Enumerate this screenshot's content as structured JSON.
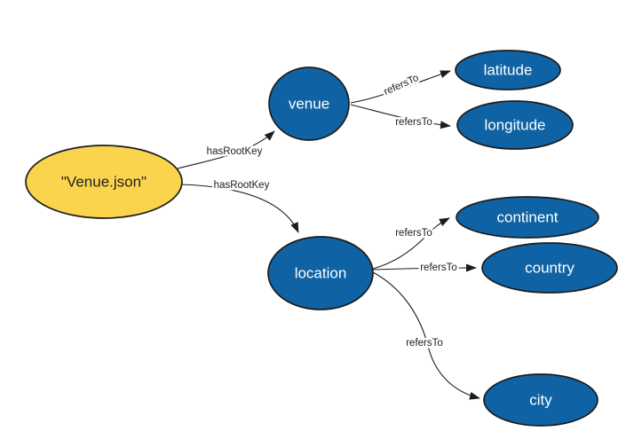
{
  "diagram": {
    "type": "graph",
    "colors": {
      "node_blue": "#0f63a4",
      "node_yellow": "#fbd44e",
      "outline": "#1c1c1c",
      "edge": "#1c1c1c",
      "node_text_light": "#ffffff",
      "node_text_dark": "#202020",
      "background": "#ffffff"
    },
    "nodes": [
      {
        "id": "venue-json",
        "label": "\"Venue.json\""
      },
      {
        "id": "venue",
        "label": "venue"
      },
      {
        "id": "latitude",
        "label": "latitude"
      },
      {
        "id": "longitude",
        "label": "longitude"
      },
      {
        "id": "location",
        "label": "location"
      },
      {
        "id": "continent",
        "label": "continent"
      },
      {
        "id": "country",
        "label": "country"
      },
      {
        "id": "city",
        "label": "city"
      }
    ],
    "edges": [
      {
        "from": "venue-json",
        "to": "venue",
        "label": "hasRootKey"
      },
      {
        "from": "venue-json",
        "to": "location",
        "label": "hasRootKey"
      },
      {
        "from": "venue",
        "to": "latitude",
        "label": "refersTo"
      },
      {
        "from": "venue",
        "to": "longitude",
        "label": "refersTo"
      },
      {
        "from": "location",
        "to": "continent",
        "label": "refersTo"
      },
      {
        "from": "location",
        "to": "country",
        "label": "refersTo"
      },
      {
        "from": "location",
        "to": "city",
        "label": "refersTo"
      }
    ]
  }
}
